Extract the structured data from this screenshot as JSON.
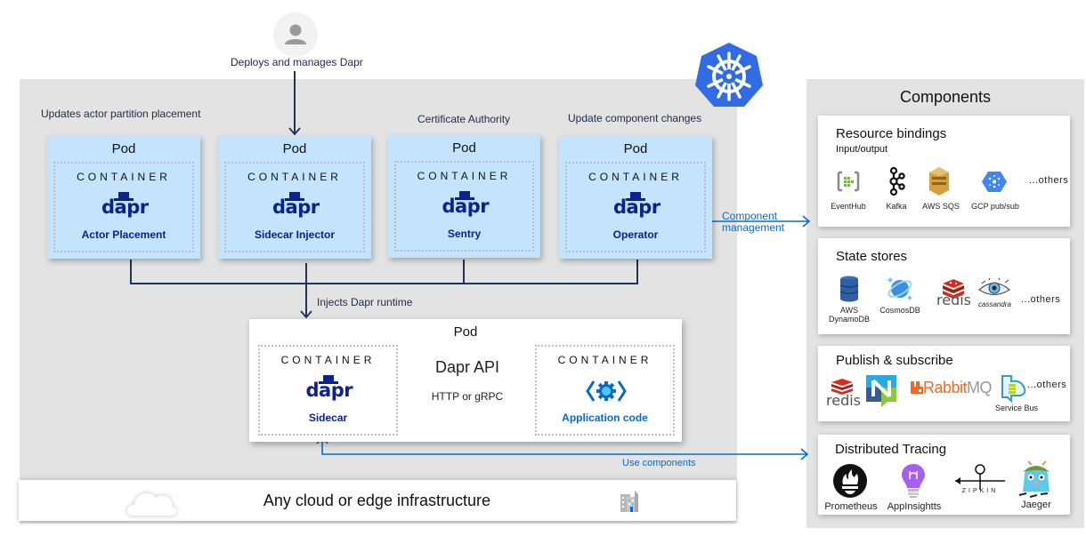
{
  "actor": {
    "icon": "user-icon",
    "label": "Deploys and manages Dapr"
  },
  "kubernetes": {
    "icon": "kubernetes-helm-icon",
    "color": "#326ce5"
  },
  "annotations": {
    "actor_partition": "Updates actor partition placement",
    "certificate_authority": "Certificate Authority",
    "update_components": "Update component changes",
    "injects_runtime": "Injects Dapr runtime",
    "component_management_line1": "Component",
    "component_management_line2": "management",
    "use_components": "Use components"
  },
  "control_plane_pods": [
    {
      "pod_label": "Pod",
      "container_label": "CONTAINER",
      "logo": "dapr",
      "service": "Actor Placement"
    },
    {
      "pod_label": "Pod",
      "container_label": "CONTAINER",
      "logo": "dapr",
      "service": "Sidecar Injector"
    },
    {
      "pod_label": "Pod",
      "container_label": "CONTAINER",
      "logo": "dapr",
      "service": "Sentry"
    },
    {
      "pod_label": "Pod",
      "container_label": "CONTAINER",
      "logo": "dapr",
      "service": "Operator"
    }
  ],
  "app_pod": {
    "pod_label": "Pod",
    "sidecar": {
      "container_label": "CONTAINER",
      "logo": "dapr",
      "service": "Sidecar"
    },
    "api": {
      "title": "Dapr API",
      "protocol": "HTTP or gRPC"
    },
    "application": {
      "container_label": "CONTAINER",
      "icon": "code-gear-icon",
      "service": "Application code"
    }
  },
  "infrastructure": {
    "label": "Any cloud or edge infrastructure",
    "left_icon": "cloud-icon",
    "right_icon": "building-icon"
  },
  "components": {
    "title": "Components",
    "cards": [
      {
        "title": "Resource bindings",
        "subtitle": "Input/output",
        "items": [
          "EventHub",
          "Kafka",
          "AWS SQS",
          "GCP pub/sub"
        ],
        "others": "...others"
      },
      {
        "title": "State stores",
        "items": [
          "AWS DynamoDB",
          "CosmosDB",
          "redis",
          "cassandra"
        ],
        "others": "...others"
      },
      {
        "title": "Publish & subscribe",
        "items": [
          "redis",
          "NATS",
          "RabbitMQ",
          "Service Bus"
        ],
        "others": "...others"
      },
      {
        "title": "Distributed Tracing",
        "items": [
          "Prometheus",
          "AppInsightts",
          "ZIPKIN",
          "Jaeger"
        ]
      }
    ]
  },
  "colors": {
    "pod_fill": "#c4e3fd",
    "dapr_navy": "#0d2192",
    "connector_navy": "#1f3556",
    "link_blue": "#0a6ac9",
    "panel_gray": "#e3e3e3"
  }
}
